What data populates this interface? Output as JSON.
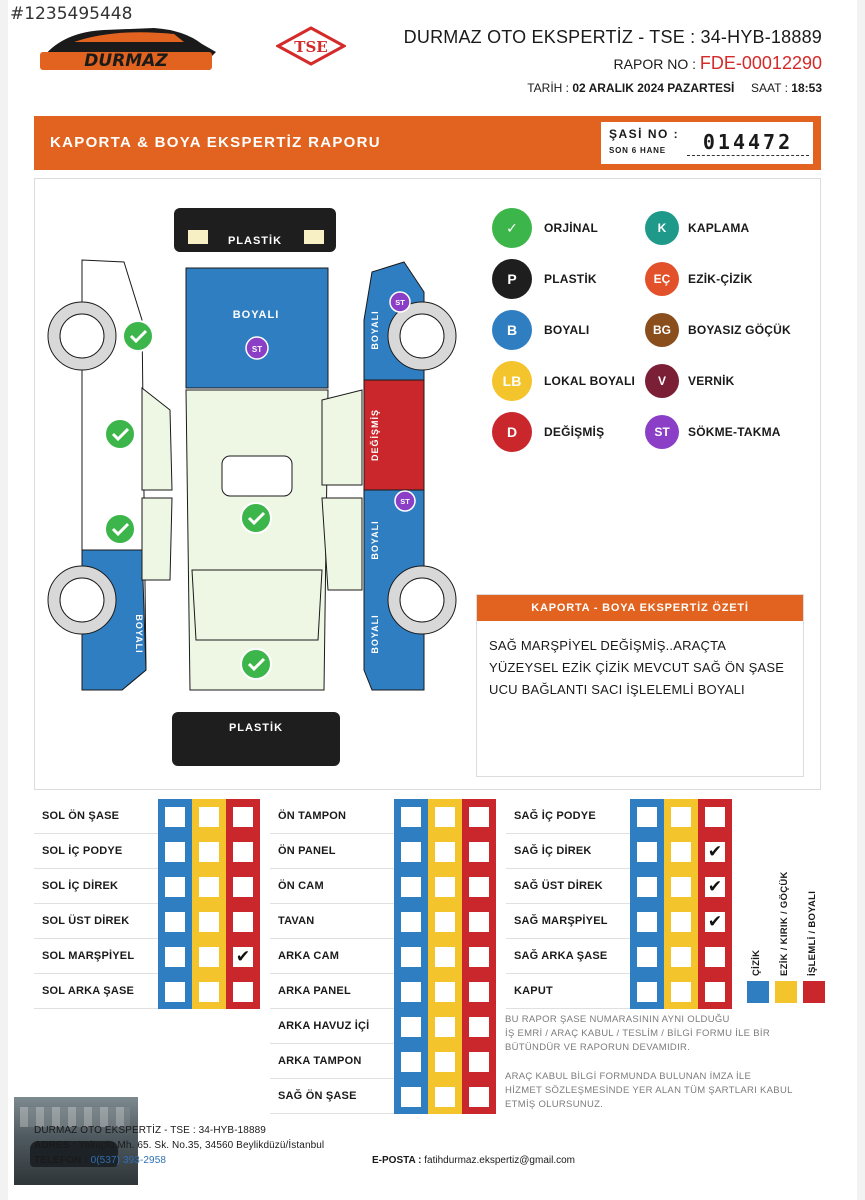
{
  "watermark_id": "#1235495448",
  "brand": {
    "logo_text": "DURMAZ",
    "tse_logo_text": "TSE"
  },
  "header": {
    "title": "DURMAZ OTO EKSPERTİZ - TSE : 34-HYB-18889",
    "report_label": "RAPOR NO :",
    "report_no": "FDE-00012290",
    "date_label": "TARİH :",
    "date_value": "02 ARALIK 2024 PAZARTESİ",
    "time_label": "SAAT :",
    "time_value": "18:53"
  },
  "banner": {
    "title": "KAPORTA & BOYA EKSPERTİZ RAPORU",
    "chassis_label": "ŞASİ NO :",
    "chassis_sub": "SON 6 HANE",
    "chassis_value": "014472"
  },
  "car_labels": {
    "front_bumper": "PLASTİK",
    "rear_bumper": "PLASTİK",
    "hood": "BOYALI",
    "right_front_fender": "BOYALI",
    "right_front_door": "DEĞİŞMİŞ",
    "right_rear_door": "BOYALI",
    "right_rear_fender": "BOYALI",
    "left_rear_fender": "BOYALI",
    "st_badge": "ST"
  },
  "legend": [
    {
      "code": "✓",
      "label": "ORJİNAL",
      "color": "#3cb64a"
    },
    {
      "code": "P",
      "label": "PLASTİK",
      "color": "#1e1e1e"
    },
    {
      "code": "B",
      "label": "BOYALI",
      "color": "#2f7ec2"
    },
    {
      "code": "LB",
      "label": "LOKAL BOYALI",
      "color": "#f3c42b"
    },
    {
      "code": "D",
      "label": "DEĞİŞMİŞ",
      "color": "#c9272b"
    },
    {
      "code": "K",
      "label": "KAPLAMA",
      "color": "#1f9a8a"
    },
    {
      "code": "EÇ",
      "label": "EZİK-ÇİZİK",
      "color": "#e2512a"
    },
    {
      "code": "BG",
      "label": "BOYASIZ GÖÇÜK",
      "color": "#8a4e1c"
    },
    {
      "code": "V",
      "label": "VERNİK",
      "color": "#7a1f36"
    },
    {
      "code": "ST",
      "label": "SÖKME-TAKMA",
      "color": "#8a3fc6"
    }
  ],
  "summary": {
    "title": "KAPORTA - BOYA EKSPERTİZ ÖZETİ",
    "line1": "SAĞ MARŞPİYEL DEĞİŞMİŞ..ARAÇTA",
    "line2": "YÜZEYSEL EZİK ÇİZİK MEVCUT SAĞ ÖN ŞASE",
    "line3": "UCU BAĞLANTI SACI İŞLELEMLİ BOYALI"
  },
  "parts_col1": [
    {
      "label": "SOL ÖN ŞASE",
      "checks": [
        "",
        "",
        ""
      ]
    },
    {
      "label": "SOL İÇ PODYE",
      "checks": [
        "",
        "",
        ""
      ]
    },
    {
      "label": "SOL İÇ DİREK",
      "checks": [
        "",
        "",
        ""
      ]
    },
    {
      "label": "SOL ÜST DİREK",
      "checks": [
        "",
        "",
        ""
      ]
    },
    {
      "label": "SOL MARŞPİYEL",
      "checks": [
        "",
        "",
        "✔"
      ]
    },
    {
      "label": "SOL ARKA ŞASE",
      "checks": [
        "",
        "",
        ""
      ]
    }
  ],
  "parts_col2": [
    {
      "label": "ÖN TAMPON",
      "checks": [
        "",
        "",
        ""
      ]
    },
    {
      "label": "ÖN PANEL",
      "checks": [
        "",
        "",
        ""
      ]
    },
    {
      "label": "ÖN CAM",
      "checks": [
        "",
        "",
        ""
      ]
    },
    {
      "label": "TAVAN",
      "checks": [
        "",
        "",
        ""
      ]
    },
    {
      "label": "ARKA CAM",
      "checks": [
        "",
        "",
        ""
      ]
    },
    {
      "label": "ARKA PANEL",
      "checks": [
        "",
        "",
        ""
      ]
    },
    {
      "label": "ARKA HAVUZ İÇİ",
      "checks": [
        "",
        "",
        ""
      ]
    },
    {
      "label": "ARKA TAMPON",
      "checks": [
        "",
        "",
        ""
      ]
    },
    {
      "label": "SAĞ ÖN ŞASE",
      "checks": [
        "",
        "",
        ""
      ]
    }
  ],
  "parts_col3": [
    {
      "label": "SAĞ İÇ PODYE",
      "checks": [
        "",
        "",
        ""
      ]
    },
    {
      "label": "SAĞ İÇ DİREK",
      "checks": [
        "",
        "",
        "✔"
      ]
    },
    {
      "label": "SAĞ ÜST DİREK",
      "checks": [
        "",
        "",
        "✔"
      ]
    },
    {
      "label": "SAĞ MARŞPİYEL",
      "checks": [
        "",
        "",
        "✔"
      ]
    },
    {
      "label": "SAĞ ARKA ŞASE",
      "checks": [
        "",
        "",
        ""
      ]
    },
    {
      "label": "KAPUT",
      "checks": [
        "",
        "",
        ""
      ]
    }
  ],
  "damage_keys": [
    "ÇİZİK",
    "EZİK / KIRIK / GÖÇÜK",
    "İŞLEMLİ / BOYALI"
  ],
  "notes": {
    "note1_l1": "BU RAPOR ŞASE NUMARASININ AYNI OLDUĞU",
    "note1_l2": "İŞ EMRİ / ARAÇ KABUL / TESLİM / BİLGİ FORMU İLE BİR",
    "note1_l3": "BÜTÜNDÜR VE RAPORUN DEVAMIDIR.",
    "note2_l1": "ARAÇ KABUL BİLGİ FORMUNDA BULUNAN İMZA İLE",
    "note2_l2": "HİZMET SÖZLEŞMESİNDE YER ALAN TÜM ŞARTLARI KABUL",
    "note2_l3": "ETMİŞ OLURSUNUZ."
  },
  "footer": {
    "company": "DURMAZ OTO EKSPERTİZ - TSE : 34-HYB-18889",
    "address_label": "ADRES :",
    "address": "Yakuplu Mh. 65. Sk. No.35, 34560 Beylikdüzü/İstanbul",
    "phone_label": "TELEFON :",
    "phone": "0(537) 393-2958",
    "email_label": "E-POSTA :",
    "email": "fatihdurmaz.ekspertiz@gmail.com"
  },
  "colors": {
    "orange": "#e2631f",
    "blue": "#2f7ec2",
    "yellow": "#f3c42b",
    "red": "#c9272b",
    "green": "#3cb64a",
    "purple": "#8a3fc6"
  }
}
